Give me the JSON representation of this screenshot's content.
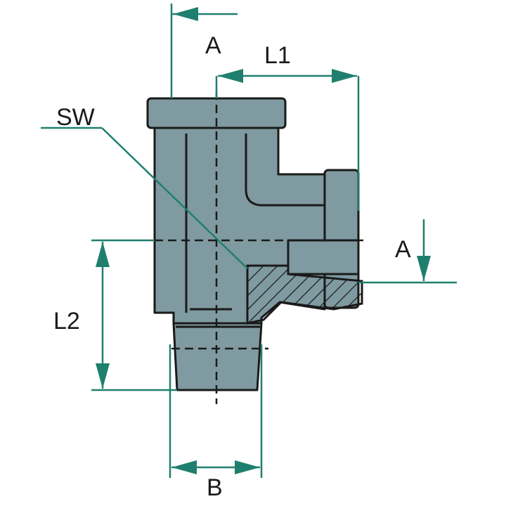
{
  "colors": {
    "body": "#7f9aa0",
    "body_shadow": "#6d878d",
    "dimension": "#1f7f6e",
    "outline": "#1a1a1a",
    "hatch": "#1a1a1a"
  },
  "labels": {
    "a_top": "A",
    "l1": "L1",
    "sw": "SW",
    "a_right": "A",
    "l2": "L2",
    "b": "B"
  }
}
